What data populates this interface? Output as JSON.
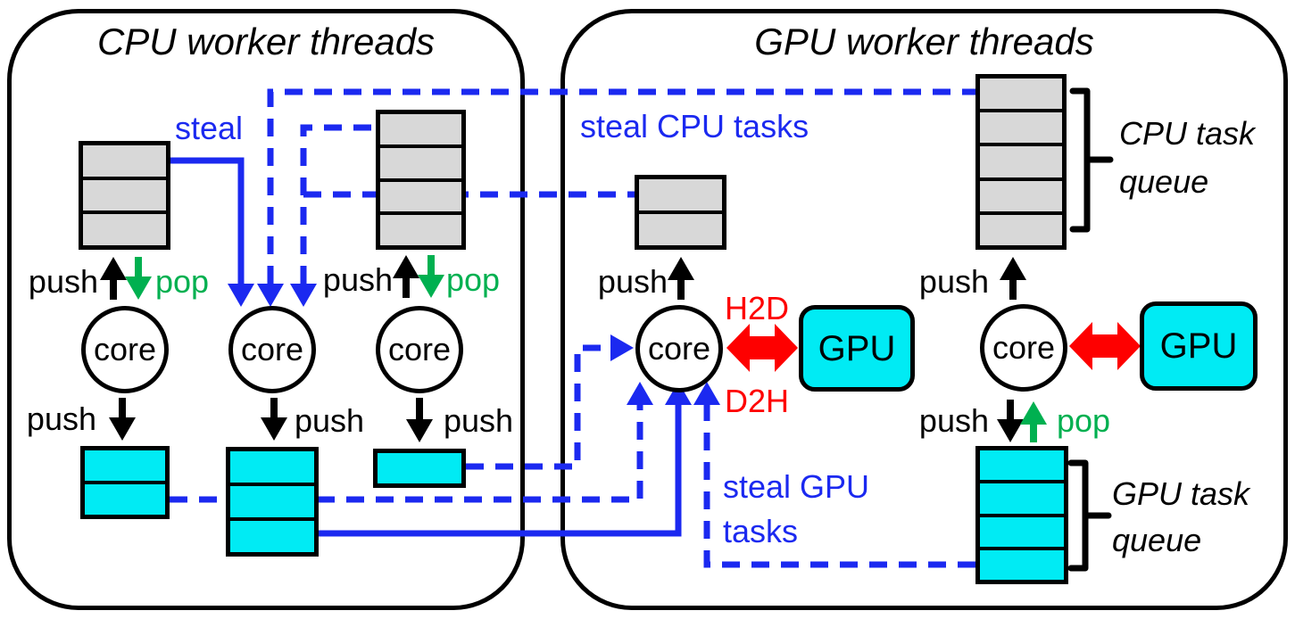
{
  "diagram": {
    "cpu_panel": {
      "title": "CPU worker threads"
    },
    "gpu_panel": {
      "title": "GPU worker threads"
    }
  },
  "labels": {
    "core": "core",
    "gpu": "GPU",
    "push": "push",
    "pop": "pop",
    "steal": "steal",
    "steal_cpu_tasks": "steal CPU tasks",
    "steal_gpu_tasks_line1": "steal GPU",
    "steal_gpu_tasks_line2": "tasks",
    "h2d": "H2D",
    "d2h": "D2H",
    "cpu_task_queue_line1": "CPU task",
    "cpu_task_queue_line2": "queue",
    "gpu_task_queue_line1": "GPU task",
    "gpu_task_queue_line2": "queue"
  },
  "queues": {
    "cpu_worker1_cpu_task_queue": {
      "cells": 3,
      "task_type": "cpu"
    },
    "cpu_worker3_cpu_task_queue": {
      "cells": 4,
      "task_type": "cpu"
    },
    "cpu_worker1_gpu_task_queue": {
      "cells": 2,
      "task_type": "gpu"
    },
    "cpu_worker2_gpu_task_queue": {
      "cells": 3,
      "task_type": "gpu"
    },
    "cpu_worker3_gpu_task_queue": {
      "cells": 1,
      "task_type": "gpu"
    },
    "gpu_worker1_cpu_task_queue": {
      "cells": 2,
      "task_type": "cpu"
    },
    "gpu_worker2_cpu_task_queue": {
      "cells": 5,
      "task_type": "cpu"
    },
    "gpu_worker2_gpu_task_queue": {
      "cells": 4,
      "task_type": "gpu"
    }
  },
  "colors": {
    "steal_blue": "#1b29f0",
    "pop_green": "#00b050",
    "transfer_red": "#fe0000",
    "gpu_task_cyan": "#00ebf4",
    "cpu_task_gray": "#d8d8d8",
    "outline_black": "#000000"
  },
  "edges": [
    {
      "from": "cpu-worker-1-cpu-task-queue",
      "to": "cpu-core-2",
      "style": "solid-blue",
      "label": "steal"
    },
    {
      "from": "gpu-worker-2-cpu-task-queue",
      "to": "cpu-core-2",
      "style": "dashed-blue",
      "label": "steal CPU tasks"
    },
    {
      "from": "cpu-worker-3-cpu-task-queue",
      "to": "cpu-core-2",
      "style": "dashed-blue"
    },
    {
      "from": "gpu-worker-1-cpu-task-queue",
      "to": "cpu-core-2",
      "style": "dashed-blue"
    },
    {
      "from": "cpu-worker-3-gpu-task-queue",
      "to": "gpu-worker-1-core",
      "style": "dashed-blue"
    },
    {
      "from": "cpu-worker-1-gpu-task-queue",
      "to": "gpu-worker-1-core",
      "style": "dashed-blue"
    },
    {
      "from": "cpu-worker-2-gpu-task-queue",
      "to": "gpu-worker-1-core",
      "style": "solid-blue"
    },
    {
      "from": "gpu-worker-2-gpu-task-queue",
      "to": "gpu-worker-1-core",
      "style": "dashed-blue",
      "label": "steal GPU tasks"
    },
    {
      "between": "gpu-worker-1-core / GPU",
      "style": "red-double-arrow",
      "labels": [
        "H2D",
        "D2H"
      ]
    },
    {
      "between": "gpu-worker-2-core / GPU",
      "style": "red-double-arrow"
    }
  ]
}
